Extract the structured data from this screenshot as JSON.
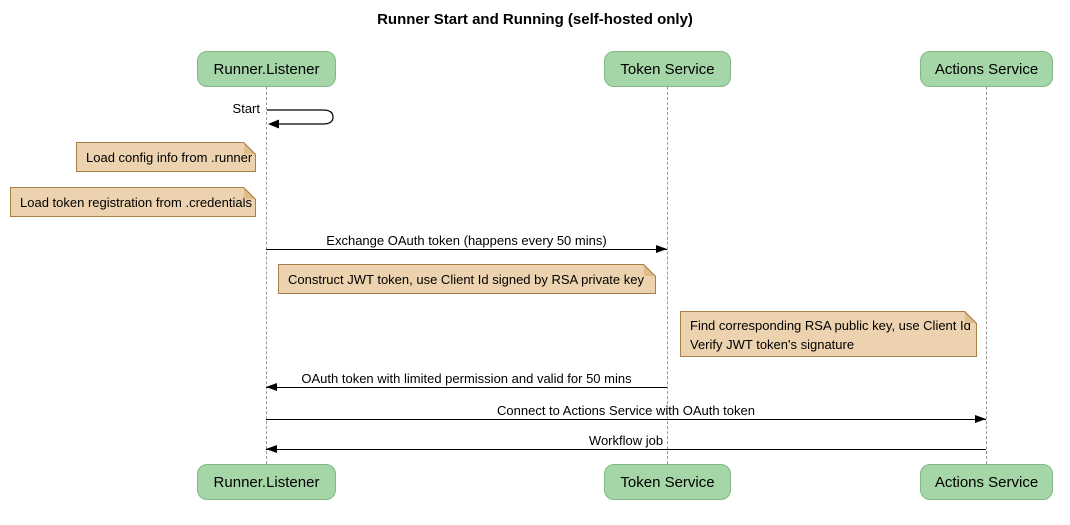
{
  "title": "Runner Start and Running (self-hosted only)",
  "colors": {
    "participant_fill": "#a5d6a7",
    "participant_border": "#83b885",
    "note_fill": "#ecd2ae",
    "note_border": "#a87f4a",
    "note_fold": "#e0bd8d",
    "lifeline": "#999999",
    "arrow": "#000000"
  },
  "participants": [
    {
      "label": "Runner.Listener"
    },
    {
      "label": "Token Service"
    },
    {
      "label": "Actions Service"
    }
  ],
  "self_message": {
    "label": "Start"
  },
  "notes": [
    {
      "text": "Load config info from .runner"
    },
    {
      "text": "Load token registration from .credentials"
    },
    {
      "text": "Construct JWT token, use Client Id signed by RSA private key"
    },
    {
      "line1": "Find corresponding RSA public key, use Client Id",
      "line2": "Verify JWT token's signature"
    }
  ],
  "messages": [
    {
      "label": "Exchange OAuth token (happens every 50 mins)",
      "from": "Runner.Listener",
      "to": "Token Service"
    },
    {
      "label": "OAuth token with limited permission and valid for 50 mins",
      "from": "Token Service",
      "to": "Runner.Listener"
    },
    {
      "label": "Connect to Actions Service with OAuth token",
      "from": "Runner.Listener",
      "to": "Actions Service"
    },
    {
      "label": "Workflow job",
      "from": "Actions Service",
      "to": "Runner.Listener"
    }
  ]
}
